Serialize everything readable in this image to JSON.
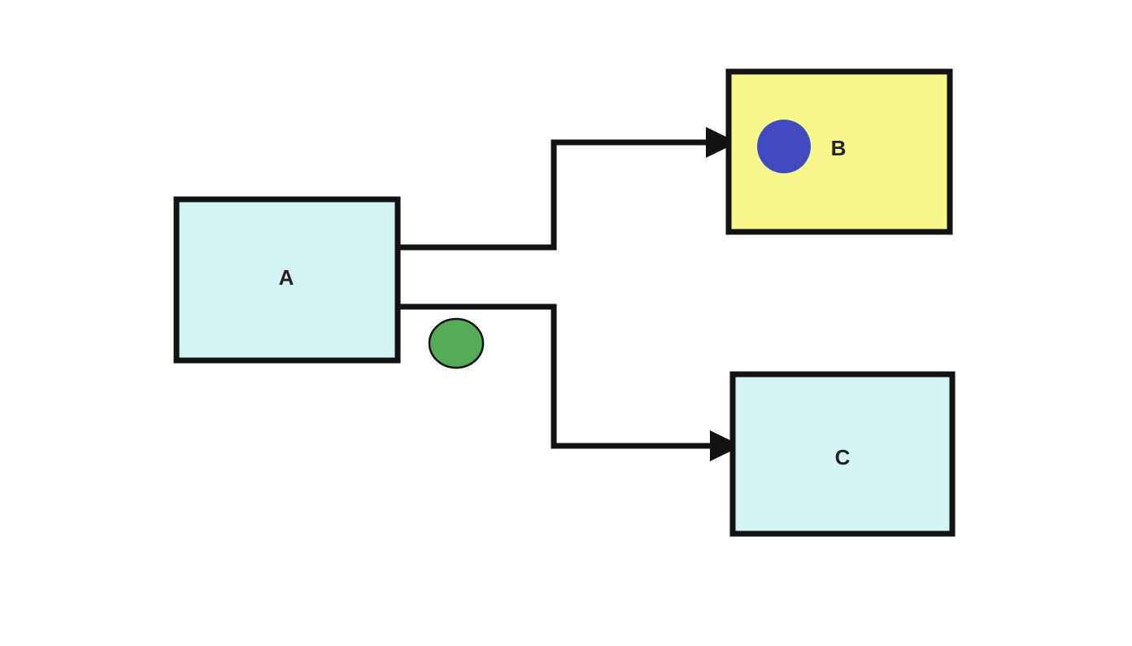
{
  "page": {
    "background": "#ffffff"
  },
  "diagram": {
    "stroke_color": "#121212",
    "label_color": "#222222",
    "nodes": [
      {
        "id": "A",
        "label": "A",
        "shape": "rectangle",
        "fill": "#d4f5f3"
      },
      {
        "id": "B",
        "label": "B",
        "shape": "rectangle",
        "fill": "#f7f78c"
      },
      {
        "id": "C",
        "label": "C",
        "shape": "rectangle",
        "fill": "#d4f5f3"
      }
    ],
    "edges": [
      {
        "id": "A-to-B",
        "from": "A",
        "to": "B",
        "type": "elbow-arrow"
      },
      {
        "id": "A-to-C",
        "from": "A",
        "to": "C",
        "type": "elbow-arrow"
      }
    ],
    "shapes": [
      {
        "id": "blue-circle",
        "type": "circle",
        "fill": "#424ac1",
        "position": "inside-node-B"
      },
      {
        "id": "green-circle",
        "type": "circle",
        "fill": "#55ab57",
        "outline": "#121212",
        "position": "below-edge-A-C-near-A"
      }
    ]
  }
}
